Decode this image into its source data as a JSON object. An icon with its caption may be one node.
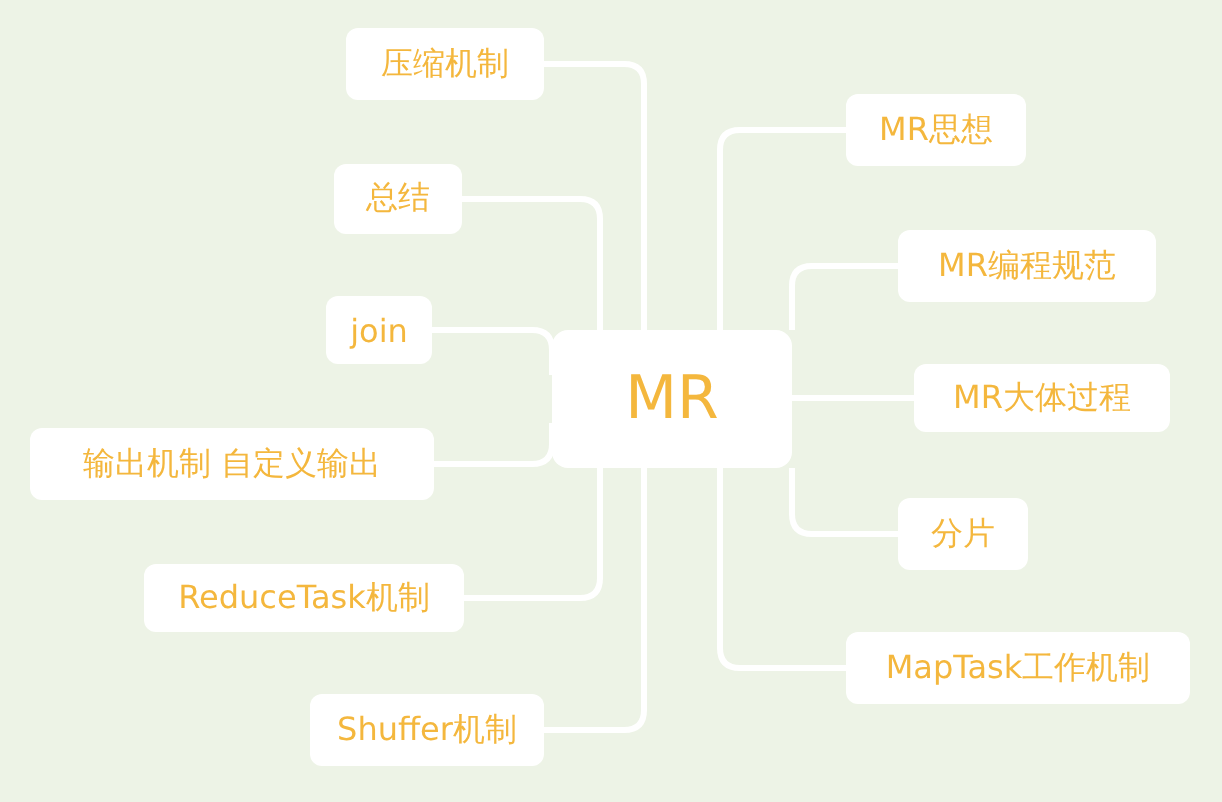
{
  "diagram": {
    "nodes": [
      {
        "text": [
          "MR"
        ]
      },
      {
        "text": [
          "压缩机制"
        ]
      },
      {
        "text": [
          "总结"
        ]
      },
      {
        "text": [
          "join"
        ]
      },
      {
        "text": [
          "输出机制 自定义输出"
        ]
      },
      {
        "text": [
          "ReduceTask机制"
        ]
      },
      {
        "text": [
          "Shuffer机制"
        ]
      },
      {
        "text": [
          "MR思想"
        ]
      },
      {
        "text": [
          "MR编程规范"
        ]
      },
      {
        "text": [
          "MR大体过程"
        ]
      },
      {
        "text": [
          "分片"
        ]
      },
      {
        "text": [
          "MapTask工作机制"
        ]
      }
    ],
    "edges": [
      {
        "from": 0,
        "to": 1,
        "arrow": "none"
      },
      {
        "from": 0,
        "to": 2,
        "arrow": "none"
      },
      {
        "from": 0,
        "to": 3,
        "arrow": "none"
      },
      {
        "from": 0,
        "to": 4,
        "arrow": "none"
      },
      {
        "from": 0,
        "to": 5,
        "arrow": "none"
      },
      {
        "from": 0,
        "to": 6,
        "arrow": "none"
      },
      {
        "from": 0,
        "to": 7,
        "arrow": "none"
      },
      {
        "from": 0,
        "to": 8,
        "arrow": "none"
      },
      {
        "from": 0,
        "to": 9,
        "arrow": "none"
      },
      {
        "from": 0,
        "to": 10,
        "arrow": "none"
      },
      {
        "from": 0,
        "to": 11,
        "arrow": "none"
      }
    ]
  }
}
